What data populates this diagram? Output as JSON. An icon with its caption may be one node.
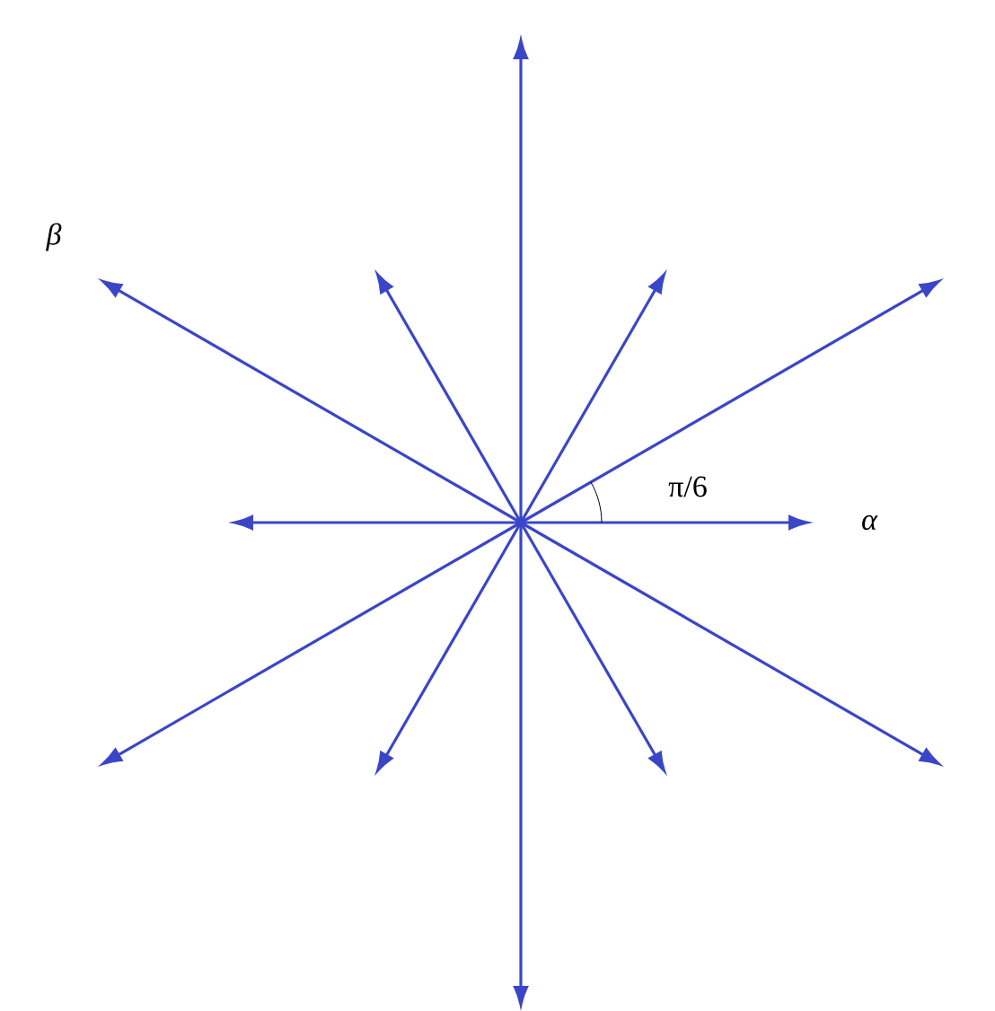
{
  "diagram": {
    "labels": [
      "β",
      "π/6",
      "α"
    ]
  }
}
